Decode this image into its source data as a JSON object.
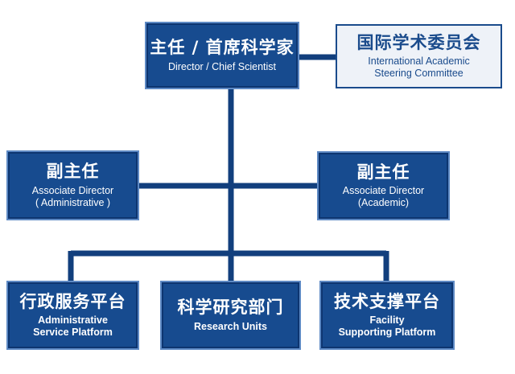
{
  "nodes": {
    "director": {
      "zh": "主任 / 首席科学家",
      "en": "Director / Chief Scientist"
    },
    "committee": {
      "zh": "国际学术委员会",
      "en": "International Academic\nSteering Committee"
    },
    "assoc_admin": {
      "zh": "副主任",
      "en": "Associate Director\n( Administrative )"
    },
    "assoc_academic": {
      "zh": "副主任",
      "en": "Associate Director\n(Academic)"
    },
    "admin_platform": {
      "zh": "行政服务平台",
      "en": "Administrative\nService Platform"
    },
    "research_units": {
      "zh": "科学研究部门",
      "en": "Research Units"
    },
    "facility_platform": {
      "zh": "技术支撑平台",
      "en": "Facility\nSupporting Platform"
    }
  },
  "colors": {
    "box_fill": "#174b8f",
    "box_border": "#5d89c4",
    "connector": "#123f7d",
    "committee_fill": "#eef2f8"
  }
}
